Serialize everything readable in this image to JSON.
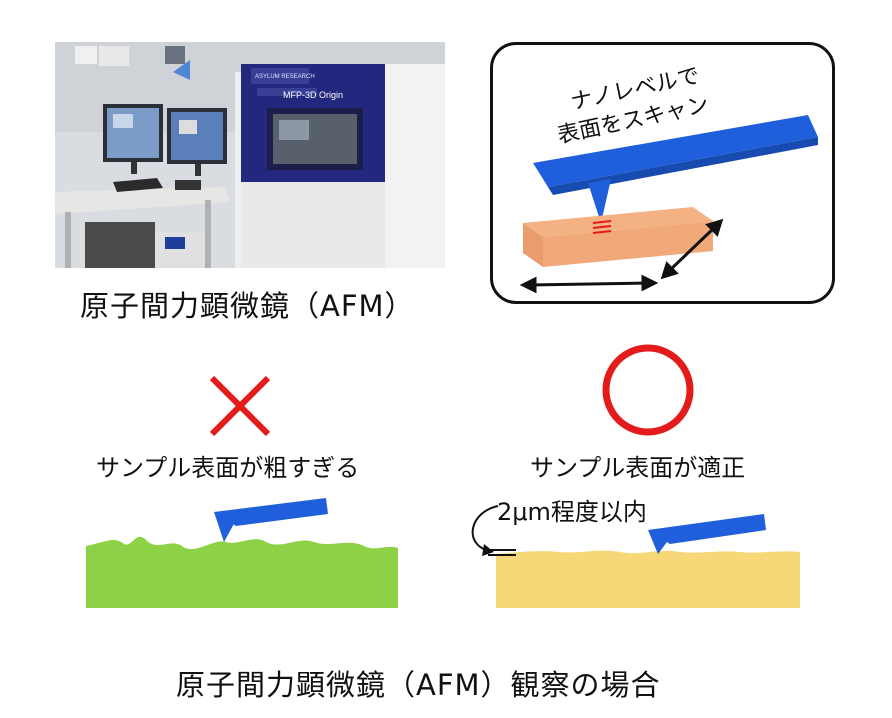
{
  "afm_photo": {
    "label_main": "MFP-3D Origin",
    "label_top": "ASYLUM RESEARCH"
  },
  "scan_box": {
    "text_line1": "ナノレベルで",
    "text_line2": "表面をスキャン"
  },
  "afm_caption": "原子間力顕微鏡（AFM）",
  "rough": {
    "mark": "×",
    "label": "サンプル表面が粗すぎる"
  },
  "ok": {
    "mark": "○",
    "label": "サンプル表面が適正",
    "note": "2μm程度以内"
  },
  "bottom_caption": "原子間力顕微鏡（AFM）観察の場合",
  "colors": {
    "probe": "#1f5fdc",
    "sample_top": "#f3b184",
    "rough_surface": "#8dd146",
    "ok_surface": "#f6d879",
    "cross": "#e31b1b",
    "circle": "#e31b1b"
  }
}
